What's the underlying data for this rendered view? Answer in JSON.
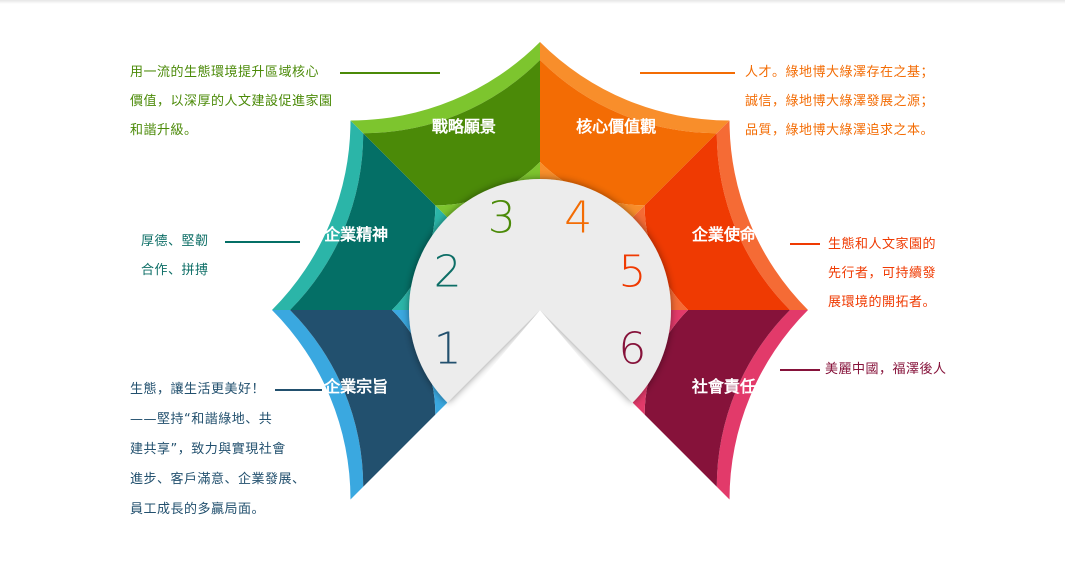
{
  "segments": [
    {
      "number": "1",
      "title": "企業宗旨",
      "main": "#22506e",
      "ring": "#3aa8e0",
      "numColor": "#22506e",
      "desc": [
        "生態，讓生活更美好！",
        "——堅持“和諧綠地、共",
        "建共享”，致力與實現社會",
        "進步、客戶滿意、企業發展、",
        "員工成長的多贏局面。"
      ]
    },
    {
      "number": "2",
      "title": "企業精神",
      "main": "#046f66",
      "ring": "#2bb5a8",
      "numColor": "#0d6e66",
      "desc": [
        "厚德、堅韌",
        "合作、拼搏"
      ]
    },
    {
      "number": "3",
      "title": "戰略願景",
      "main": "#4b8a08",
      "ring": "#7dc52e",
      "numColor": "#4b8a08",
      "desc": [
        "用一流的生態環境提升區域核心",
        "價值，以深厚的人文建設促進家園",
        "和諧升級。"
      ]
    },
    {
      "number": "4",
      "title": "核心價值觀",
      "main": "#f36c04",
      "ring": "#f88e2b",
      "numColor": "#f36c04",
      "desc": [
        "人才。綠地博大綠澤存在之基；",
        "誠信，綠地博大綠澤發展之源；",
        "品質，綠地博大綠澤追求之本。"
      ]
    },
    {
      "number": "5",
      "title": "企業使命",
      "main": "#ef3a02",
      "ring": "#f56b35",
      "numColor": "#ef3a02",
      "desc": [
        "生態和人文家園的",
        "先行者，可持續發",
        "展環境的開拓者。"
      ]
    },
    {
      "number": "6",
      "title": "社會責任",
      "main": "#86123a",
      "ring": "#e23a6a",
      "numColor": "#86123a",
      "desc": [
        "美麗中國，福澤後人"
      ]
    }
  ]
}
